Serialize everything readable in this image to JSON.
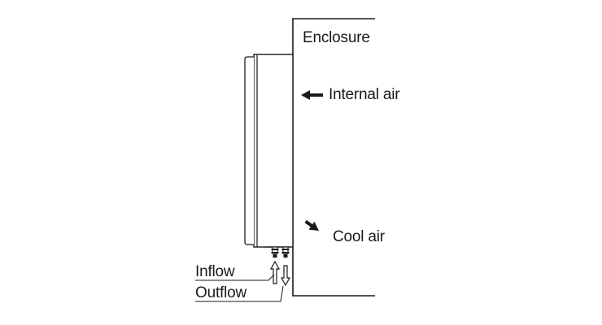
{
  "labels": {
    "enclosure": "Enclosure",
    "internal_air": "Internal air",
    "cool_air": "Cool air",
    "inflow": "Inflow",
    "outflow": "Outflow"
  },
  "colors": {
    "line": "#1a1a1a",
    "background": "#ffffff"
  },
  "icons": {
    "internal_air_arrow": "arrow-left",
    "cool_air_arrow": "arrow-down-right",
    "inflow_arrow": "hollow-arrow-up",
    "outflow_arrow": "hollow-arrow-down"
  }
}
